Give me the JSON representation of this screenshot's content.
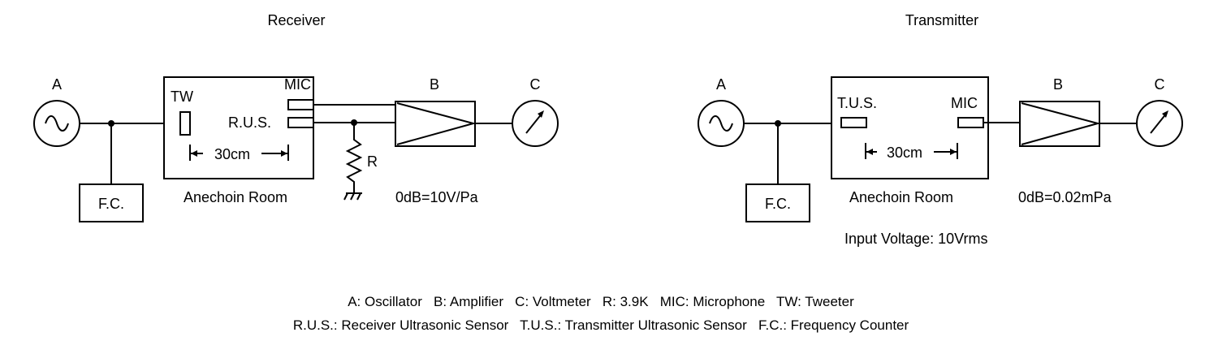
{
  "receiver": {
    "title": "Receiver",
    "oscillator_label": "A",
    "amplifier_label": "B",
    "voltmeter_label": "C",
    "tweeter_label": "TW",
    "mic_label": "MIC",
    "rus_label": "R.U.S.",
    "distance_label": "30cm",
    "room_label": "Anechoin Room",
    "fc_label": "F.C.",
    "resistor_label": "R",
    "ref_label": "0dB=10V/Pa"
  },
  "transmitter": {
    "title": "Transmitter",
    "oscillator_label": "A",
    "amplifier_label": "B",
    "voltmeter_label": "C",
    "tus_label": "T.U.S.",
    "mic_label": "MIC",
    "distance_label": "30cm",
    "room_label": "Anechoin Room",
    "fc_label": "F.C.",
    "ref_label": "0dB=0.02mPa",
    "input_voltage": "Input Voltage: 10Vrms"
  },
  "legend": {
    "line1": "A: Oscillator   B: Amplifier   C: Voltmeter   R: 3.9K   MIC: Microphone   TW: Tweeter",
    "line2": "R.U.S.: Receiver Ultrasonic Sensor   T.U.S.: Transmitter Ultrasonic Sensor   F.C.: Frequency Counter"
  }
}
